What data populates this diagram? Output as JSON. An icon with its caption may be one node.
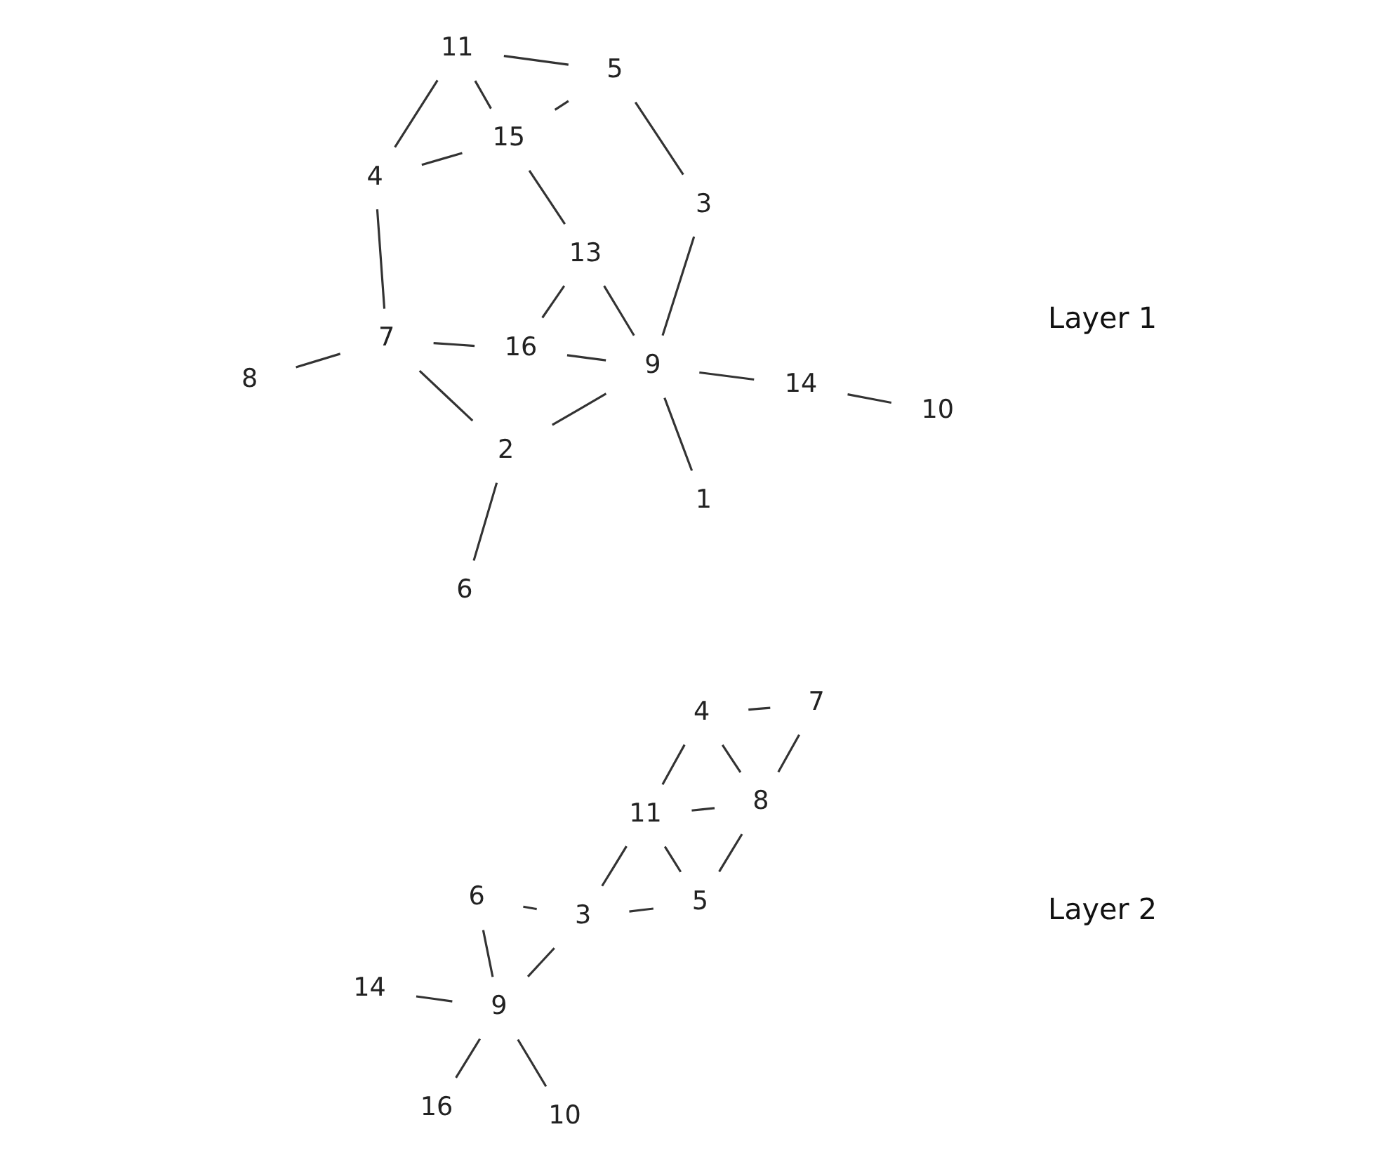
{
  "diagram": {
    "nodes": [
      {
        "text": [
          "6"
        ]
      },
      {
        "text": [
          "8"
        ]
      },
      {
        "text": [
          "2"
        ]
      },
      {
        "text": [
          "7"
        ]
      },
      {
        "text": [
          "10"
        ]
      },
      {
        "text": [
          "14"
        ]
      },
      {
        "text": [
          "16"
        ]
      },
      {
        "text": [
          "9"
        ]
      },
      {
        "text": [
          "4"
        ]
      },
      {
        "text": [
          "13"
        ]
      },
      {
        "text": [
          "1"
        ]
      },
      {
        "text": [
          "15"
        ]
      },
      {
        "text": [
          "3"
        ]
      },
      {
        "text": [
          "11"
        ]
      },
      {
        "text": [
          "5"
        ]
      },
      {
        "text": [
          "14"
        ]
      },
      {
        "text": [
          "10"
        ]
      },
      {
        "text": [
          "9"
        ]
      },
      {
        "text": [
          "3"
        ]
      },
      {
        "text": [
          "4"
        ]
      },
      {
        "text": [
          "11"
        ]
      },
      {
        "text": [
          "6"
        ]
      },
      {
        "text": [
          "16"
        ]
      },
      {
        "text": [
          "5"
        ]
      },
      {
        "text": [
          "8"
        ]
      },
      {
        "text": [
          "7"
        ]
      }
    ],
    "edges": [
      {
        "from": 0,
        "to": 2,
        "arrow": "none"
      },
      {
        "from": 2,
        "to": 3,
        "arrow": "none"
      },
      {
        "from": 2,
        "to": 7,
        "arrow": "none"
      },
      {
        "from": 3,
        "to": 1,
        "arrow": "none"
      },
      {
        "from": 3,
        "to": 6,
        "arrow": "none"
      },
      {
        "from": 3,
        "to": 8,
        "arrow": "none"
      },
      {
        "from": 4,
        "to": 5,
        "arrow": "none"
      },
      {
        "from": 5,
        "to": 7,
        "arrow": "none"
      },
      {
        "from": 7,
        "to": 10,
        "arrow": "none"
      },
      {
        "from": 7,
        "to": 6,
        "arrow": "none"
      },
      {
        "from": 7,
        "to": 9,
        "arrow": "none"
      },
      {
        "from": 7,
        "to": 12,
        "arrow": "none"
      },
      {
        "from": 6,
        "to": 9,
        "arrow": "none"
      },
      {
        "from": 9,
        "to": 11,
        "arrow": "none"
      },
      {
        "from": 8,
        "to": 11,
        "arrow": "none"
      },
      {
        "from": 8,
        "to": 13,
        "arrow": "none"
      },
      {
        "from": 11,
        "to": 13,
        "arrow": "none"
      },
      {
        "from": 11,
        "to": 14,
        "arrow": "none"
      },
      {
        "from": 12,
        "to": 14,
        "arrow": "none"
      },
      {
        "from": 14,
        "to": 13,
        "arrow": "none"
      },
      {
        "from": 15,
        "to": 17,
        "arrow": "none"
      },
      {
        "from": 16,
        "to": 17,
        "arrow": "none"
      },
      {
        "from": 17,
        "to": 18,
        "arrow": "none"
      },
      {
        "from": 17,
        "to": 21,
        "arrow": "none"
      },
      {
        "from": 17,
        "to": 22,
        "arrow": "none"
      },
      {
        "from": 18,
        "to": 21,
        "arrow": "none"
      },
      {
        "from": 18,
        "to": 20,
        "arrow": "none"
      },
      {
        "from": 18,
        "to": 23,
        "arrow": "none"
      },
      {
        "from": 19,
        "to": 20,
        "arrow": "none"
      },
      {
        "from": 19,
        "to": 25,
        "arrow": "none"
      },
      {
        "from": 19,
        "to": 24,
        "arrow": "none"
      },
      {
        "from": 20,
        "to": 24,
        "arrow": "none"
      },
      {
        "from": 20,
        "to": 23,
        "arrow": "none"
      },
      {
        "from": 25,
        "to": 24,
        "arrow": "none"
      },
      {
        "from": 24,
        "to": 23,
        "arrow": "none"
      }
    ],
    "labels": [
      "Layer 1",
      "Layer 2"
    ]
  }
}
